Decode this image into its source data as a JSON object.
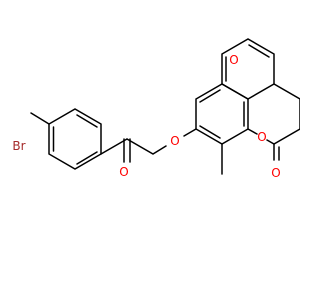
{
  "molecule": {
    "atoms": {
      "br": "Br",
      "o_ketone": "O",
      "o_ether": "O",
      "o_lactone_ring": "O",
      "o_lactone_carbonyl": "O",
      "o_methoxy": "O"
    },
    "colors": {
      "bond": "#000000",
      "oxygen": "#ff0000",
      "bromine": "#a52a2a",
      "background": "#ffffff"
    }
  }
}
